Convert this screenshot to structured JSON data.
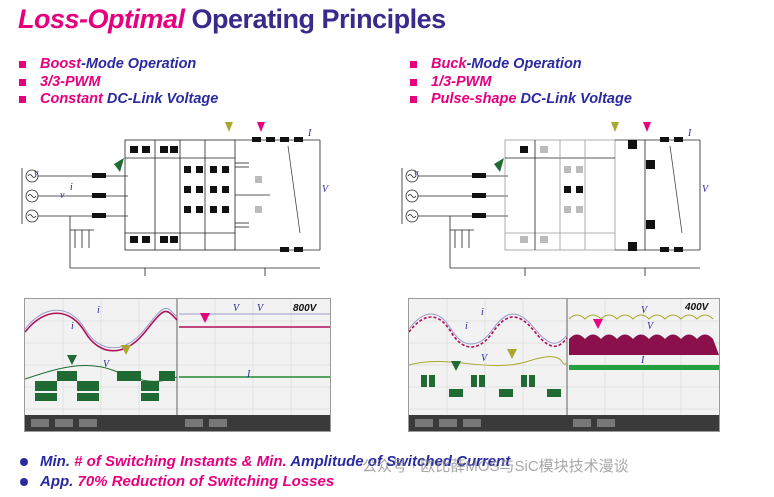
{
  "title": {
    "highlight": "Loss-Optimal",
    "rest": " Operating Principles"
  },
  "left_bullets": [
    {
      "pink": "Boost",
      "blue": "-Mode Operation"
    },
    {
      "pink": "3/3-PWM",
      "blue": ""
    },
    {
      "pink": "Constant ",
      "blue": "DC-Link Voltage"
    }
  ],
  "right_bullets": [
    {
      "pink": "Buck",
      "blue": "-Mode Operation"
    },
    {
      "pink": "1/3-PWM",
      "blue": ""
    },
    {
      "pink": "Pulse-shape ",
      "blue": "DC-Link Voltage"
    }
  ],
  "circuit_labels": {
    "vin": "v",
    "v": "v",
    "i": "i",
    "iout": "I",
    "vout": "V"
  },
  "scope_left": {
    "badge": "800V",
    "labels": [
      "i",
      "V",
      "V",
      "i",
      "V",
      "I"
    ]
  },
  "scope_right": {
    "badge": "400V",
    "labels": [
      "i",
      "V",
      "V",
      "i",
      "V",
      "I"
    ]
  },
  "bottom_bullets": [
    {
      "a": "Min. ",
      "b": "# of Switching Instants & Min. ",
      "c": "Amplitude of Switched Current"
    },
    {
      "a": "App. ",
      "b": "70% Reduction of Switching Losses",
      "c": ""
    }
  ],
  "watermark": "公众号 · 欧比薛MOS与SiC模块技术漫谈",
  "colors": {
    "pink": "#e6007e",
    "blue": "#2a2aa0",
    "olive": "#a8a830",
    "green": "#1f6b33"
  }
}
